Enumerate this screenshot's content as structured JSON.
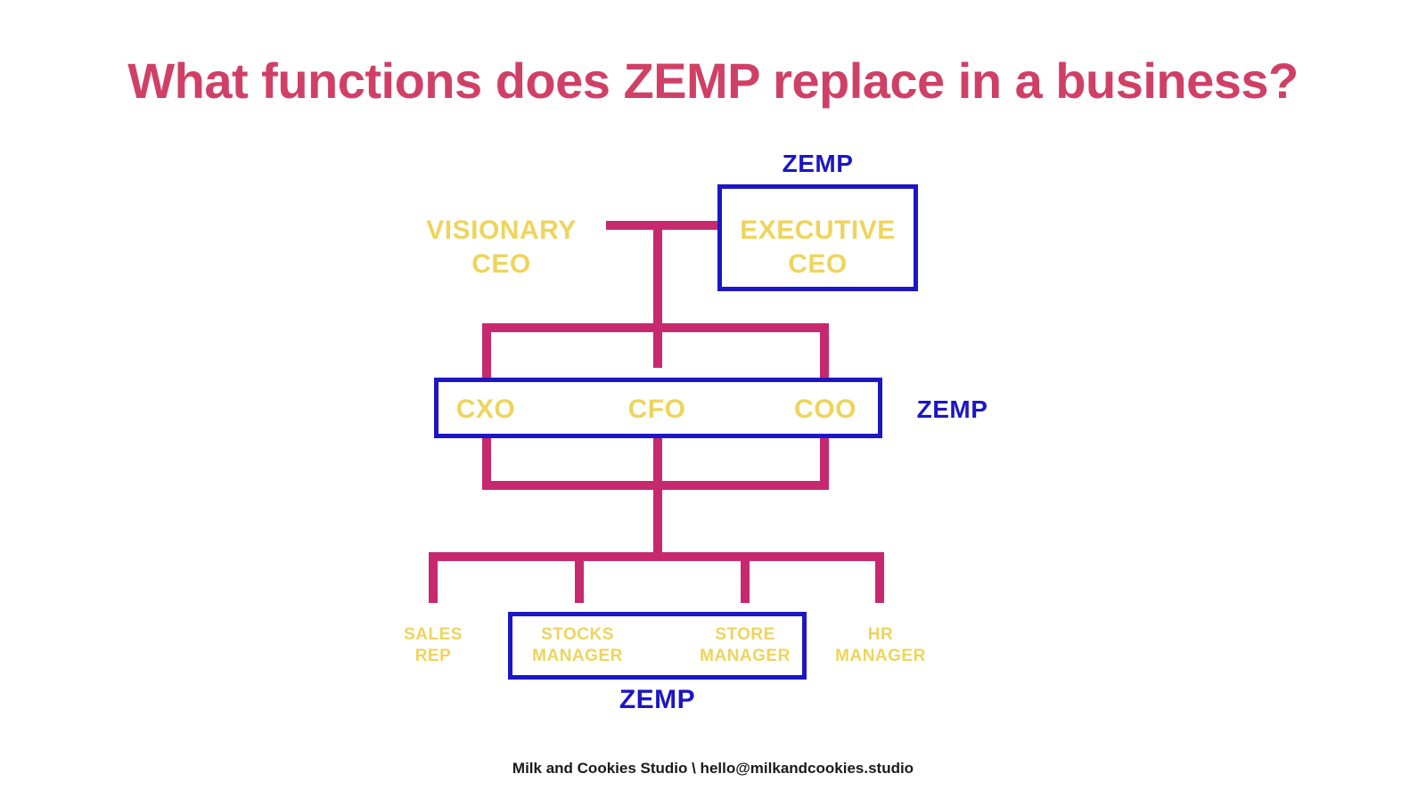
{
  "slide": {
    "title": "What functions does ZEMP replace in a business?",
    "footer": "Milk and Cookies Studio \\ hello@milkandcookies.studio",
    "colors": {
      "title_pink": "#d04066",
      "connector_pink": "#c7296f",
      "role_yellow": "#eed45c",
      "zemp_blue": "#1c16c4",
      "background": "#ffffff",
      "footer_text": "#1a1a1a"
    }
  },
  "org_chart": {
    "type": "diagram",
    "levels": [
      {
        "name": "executive",
        "roles": [
          {
            "id": "visionary-ceo",
            "label": "VISIONARY\nCEO",
            "boxed": false
          },
          {
            "id": "executive-ceo",
            "label": "EXECUTIVE\nCEO",
            "boxed": true
          }
        ]
      },
      {
        "name": "c-suite",
        "roles": [
          {
            "id": "cxo",
            "label": "CXO",
            "boxed": true
          },
          {
            "id": "cfo",
            "label": "CFO",
            "boxed": true
          },
          {
            "id": "coo",
            "label": "COO",
            "boxed": true
          }
        ]
      },
      {
        "name": "operations",
        "roles": [
          {
            "id": "sales-rep",
            "label": "SALES\nREP",
            "boxed": false
          },
          {
            "id": "stocks-manager",
            "label": "STOCKS\nMANAGER",
            "boxed": true
          },
          {
            "id": "store-manager",
            "label": "STORE\nMANAGER",
            "boxed": true
          },
          {
            "id": "hr-manager",
            "label": "HR\nMANAGER",
            "boxed": false
          }
        ]
      }
    ],
    "zemp_badges": [
      {
        "id": "zemp-top",
        "label": "ZEMP",
        "position": "above-executive-ceo-box"
      },
      {
        "id": "zemp-middle",
        "label": "ZEMP",
        "position": "right-of-c-suite-box"
      },
      {
        "id": "zemp-bottom",
        "label": "ZEMP",
        "position": "below-managers-box"
      }
    ]
  }
}
